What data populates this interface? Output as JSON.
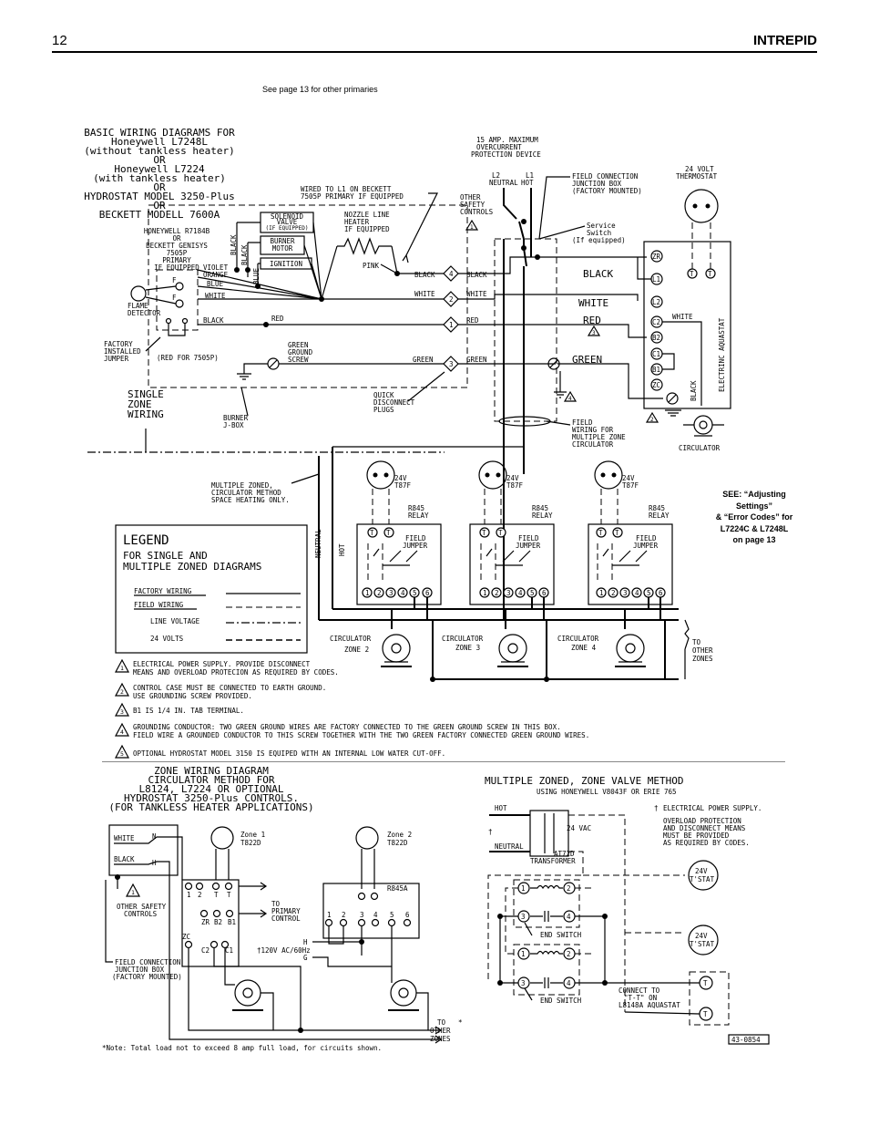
{
  "header": {
    "page_number": "12",
    "title": "INTREPID"
  },
  "top_note": "See page 13 for other primaries",
  "side_note": {
    "lines": [
      "SEE: “Adjusting",
      "Settings”",
      "& “Error Codes” for",
      "L7224C & L7248L",
      "on page 13"
    ]
  },
  "basic": {
    "title_lines": [
      "BASIC WIRING DIAGRAMS FOR",
      "Honeywell L7248L",
      "(without tankless heater)",
      "OR",
      "Honeywell L7224",
      "(with tankless heater)",
      "OR",
      "HYDROSTAT MODEL 3250-Plus",
      "OR",
      "BECKETT MODELL 7600A"
    ],
    "primary_lines": [
      "HONEYWELL R7184B",
      "OR",
      "BECKETT GENISYS",
      "7505P",
      "PRIMARY",
      "IF EQUIPPED"
    ],
    "flame_detector": [
      "FLAME",
      "DETECTOR"
    ],
    "factory_jumper": [
      "FACTORY",
      "INSTALLED",
      "JUMPER"
    ],
    "red_for": "(RED FOR 7505P)",
    "solenoid": [
      "SOLENOID",
      "VALVE",
      "(IF EQUIPPED)"
    ],
    "burner_motor": [
      "BURNER",
      "MOTOR"
    ],
    "ignition": "IGNITION",
    "wire_labels": {
      "violet": "VIOLET",
      "orange": "ORANGE",
      "blue": "BLUE",
      "white": "WHITE",
      "black": "BLACK",
      "red": "RED",
      "pink": "PINK",
      "green": "GREEN"
    },
    "wired_to": [
      "WIRED TO L1 ON BECKETT",
      "7505P PRIMARY IF EQUIPPED"
    ],
    "nozzle": [
      "NOZZLE LINE",
      "HEATER",
      "IF EQUIPPED"
    ],
    "green_ground": [
      "GREEN",
      "GROUND",
      "SCREW"
    ],
    "quick_disconnect": [
      "QUICK",
      "DISCONNECT",
      "PLUGS"
    ],
    "burner_jbox": [
      "BURNER",
      "J-BOX"
    ],
    "single_zone": [
      "SINGLE",
      "ZONE",
      "WIRING"
    ],
    "overcurrent": [
      "15 AMP. MAXIMUM",
      "OVERCURRENT",
      "PROTECTION DEVICE"
    ],
    "l2": [
      "L2",
      "NEUTRAL"
    ],
    "l1": [
      "L1",
      "HOT"
    ],
    "field_junction": [
      "FIELD CONNECTION",
      "JUNCTION BOX",
      "(FACTORY MOUNTED)"
    ],
    "other_safety": [
      "OTHER",
      "SAFETY",
      "CONTROLS"
    ],
    "service_switch": [
      "Service",
      "Switch",
      "(If equipped)"
    ],
    "thermostat": [
      "24 VOLT",
      "THERMOSTAT"
    ],
    "aquastat": "ELECTRINC AQUASTAT",
    "terminals": [
      "ZR",
      "L1",
      "L2",
      "C2",
      "B2",
      "C1",
      "B1",
      "ZC"
    ],
    "field_wiring": [
      "FIELD",
      "WIRING FOR",
      "MULTIPLE ZONE",
      "CIRCULATOR"
    ],
    "circulator": "CIRCULATOR",
    "term_t": "T",
    "plug_numbers": [
      "4",
      "2",
      "1",
      "3"
    ],
    "notes_ref": [
      "1",
      "2",
      "3",
      "4"
    ]
  },
  "multi": {
    "note": [
      "MULTIPLE ZONED,",
      "CIRCULATOR METHOD",
      "SPACE HEATING ONLY."
    ],
    "neutral": "NEUTRAL",
    "hot": "HOT",
    "thermostat": [
      "24V",
      "T87F"
    ],
    "relay": [
      "R845",
      "RELAY"
    ],
    "field_jumper": [
      "FIELD",
      "JUMPER"
    ],
    "relay_terms": [
      "1",
      "2",
      "3",
      "4",
      "5",
      "6"
    ],
    "zones": [
      [
        "CIRCULATOR",
        "ZONE 2"
      ],
      [
        "CIRCULATOR",
        "ZONE 3"
      ],
      [
        "CIRCULATOR",
        "ZONE 4"
      ]
    ],
    "to_other": [
      "TO",
      "OTHER",
      "ZONES"
    ]
  },
  "legend": {
    "title": "LEGEND",
    "subtitle": [
      "FOR SINGLE AND",
      "MULTIPLE ZONED DIAGRAMS"
    ],
    "items": [
      "FACTORY WIRING",
      "FIELD WIRING",
      "LINE VOLTAGE",
      "24 VOLTS"
    ]
  },
  "notes": [
    {
      "num": "1",
      "lines": [
        "ELECTRICAL POWER SUPPLY. PROVIDE DISCONNECT",
        "MEANS AND OVERLOAD PROTECION AS REQUIRED BY CODES."
      ]
    },
    {
      "num": "2",
      "lines": [
        "CONTROL CASE MUST BE CONNECTED TO EARTH GROUND.",
        "USE GROUNDING SCREW PROVIDED."
      ]
    },
    {
      "num": "3",
      "lines": [
        "B1 IS 1/4 IN. TAB TERMINAL."
      ]
    },
    {
      "num": "4",
      "lines": [
        "GROUNDING CONDUCTOR:  TWO GREEN GROUND WIRES ARE FACTORY CONNECTED TO THE GREEN GROUND SCREW IN THIS BOX.",
        "FIELD WIRE A GROUNDED CONDUCTOR TO THIS SCREW TOGETHER WITH THE TWO GREEN FACTORY CONNECTED GREEN GROUND WIRES."
      ]
    },
    {
      "num": "5",
      "lines": [
        "OPTIONAL HYDROSTAT MODEL 3150 IS EQUIPED WITH AN INTERNAL LOW WATER CUT-OFF."
      ]
    }
  ],
  "zone_wiring": {
    "title": [
      "ZONE WIRING DIAGRAM",
      "CIRCULATOR METHOD FOR",
      "L8124, L7224 OR OPTIONAL",
      "HYDROSTAT 3250-Plus CONTROLS.",
      "(FOR TANKLESS HEATER APPLICATIONS)"
    ],
    "white": "WHITE",
    "black": "BLACK",
    "n": "N",
    "h": "H",
    "zone1": [
      "Zone 1",
      "T822D"
    ],
    "zone2": [
      "Zone 2",
      "T822D"
    ],
    "r845a": "R845A",
    "r_terms": [
      "1",
      "2",
      "3",
      "4",
      "5",
      "6"
    ],
    "ctrl_top": [
      "1",
      "2",
      "T",
      "T"
    ],
    "ctrl_mid": [
      "ZR",
      "B2",
      "B1"
    ],
    "zc": "ZC",
    "c_terms": [
      "C2",
      "C1"
    ],
    "to_primary": [
      "TO",
      "PRIMARY",
      "CONTROL"
    ],
    "other_safety": [
      "OTHER SAFETY",
      "CONTROLS"
    ],
    "field_junction": [
      "FIELD CONNECTION",
      "JUNCTION BOX",
      "(FACTORY MOUNTED)"
    ],
    "power": "†120V AC/60Hz",
    "hg": [
      "H",
      "G"
    ],
    "to_other": [
      "TO",
      "OTHER",
      "ZONES"
    ],
    "star": "*",
    "footnote": "*Note: Total load not to exceed 8 amp full load, for circuits shown.",
    "note_mark": "1"
  },
  "zone_valve": {
    "title": "MULTIPLE ZONED, ZONE VALVE METHOD",
    "subtitle": "USING HONEYWELL V8043F OR ERIE 765",
    "hot": "HOT",
    "neutral": "NEUTRAL",
    "dagger": "†",
    "vac": "24 VAC",
    "transformer": [
      "AT72D",
      "TRANSFORMER"
    ],
    "power_note": [
      "ELECTRICAL POWER SUPPLY.",
      "OVERLOAD PROTECTION",
      "AND DISCONNECT MEANS",
      "MUST BE PROVIDED",
      "AS REQUIRED BY CODES."
    ],
    "tstat": [
      "24V",
      "T'STAT"
    ],
    "end_switch": "END SWITCH",
    "valve_terms": [
      "1",
      "2",
      "3",
      "4"
    ],
    "connect": [
      "CONNECT TO",
      "\"T-T\" ON",
      "L8148A AQUASTAT"
    ],
    "term_t": "T",
    "code": "43-0854"
  }
}
